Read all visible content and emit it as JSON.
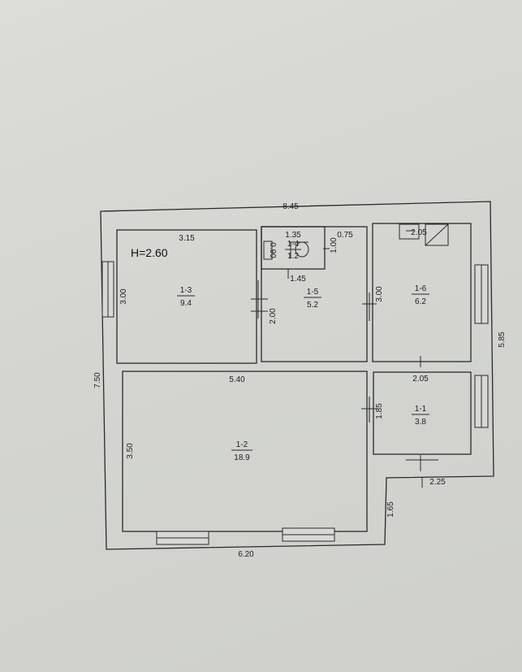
{
  "height_label": "H=2.60",
  "dimensions": {
    "total_width": "8.45",
    "left_height": "7.50",
    "right_height": "5.85",
    "bottom_width": "6.20",
    "step_height": "1.65",
    "porch_width": "2.25",
    "r13_width": "3.15",
    "r13_height": "3.00",
    "r14_width": "1.35",
    "r14_depth": "0.90",
    "r14_door_gap": "0.75",
    "r14_bottom": "1.45",
    "r14_side": "1.00",
    "r15_height": "2.00",
    "r16_height": "3.00",
    "r16_fixture": "2.05",
    "r12_width": "5.40",
    "r12_height": "3.50",
    "r11_width": "2.05",
    "r11_height": "1.85"
  },
  "rooms": [
    {
      "id": "1-3",
      "area": "9.4"
    },
    {
      "id": "1-4",
      "area": "1.2"
    },
    {
      "id": "1-5",
      "area": "5.2"
    },
    {
      "id": "1-6",
      "area": "6.2"
    },
    {
      "id": "1-2",
      "area": "18.9"
    },
    {
      "id": "1-1",
      "area": "3.8"
    }
  ]
}
